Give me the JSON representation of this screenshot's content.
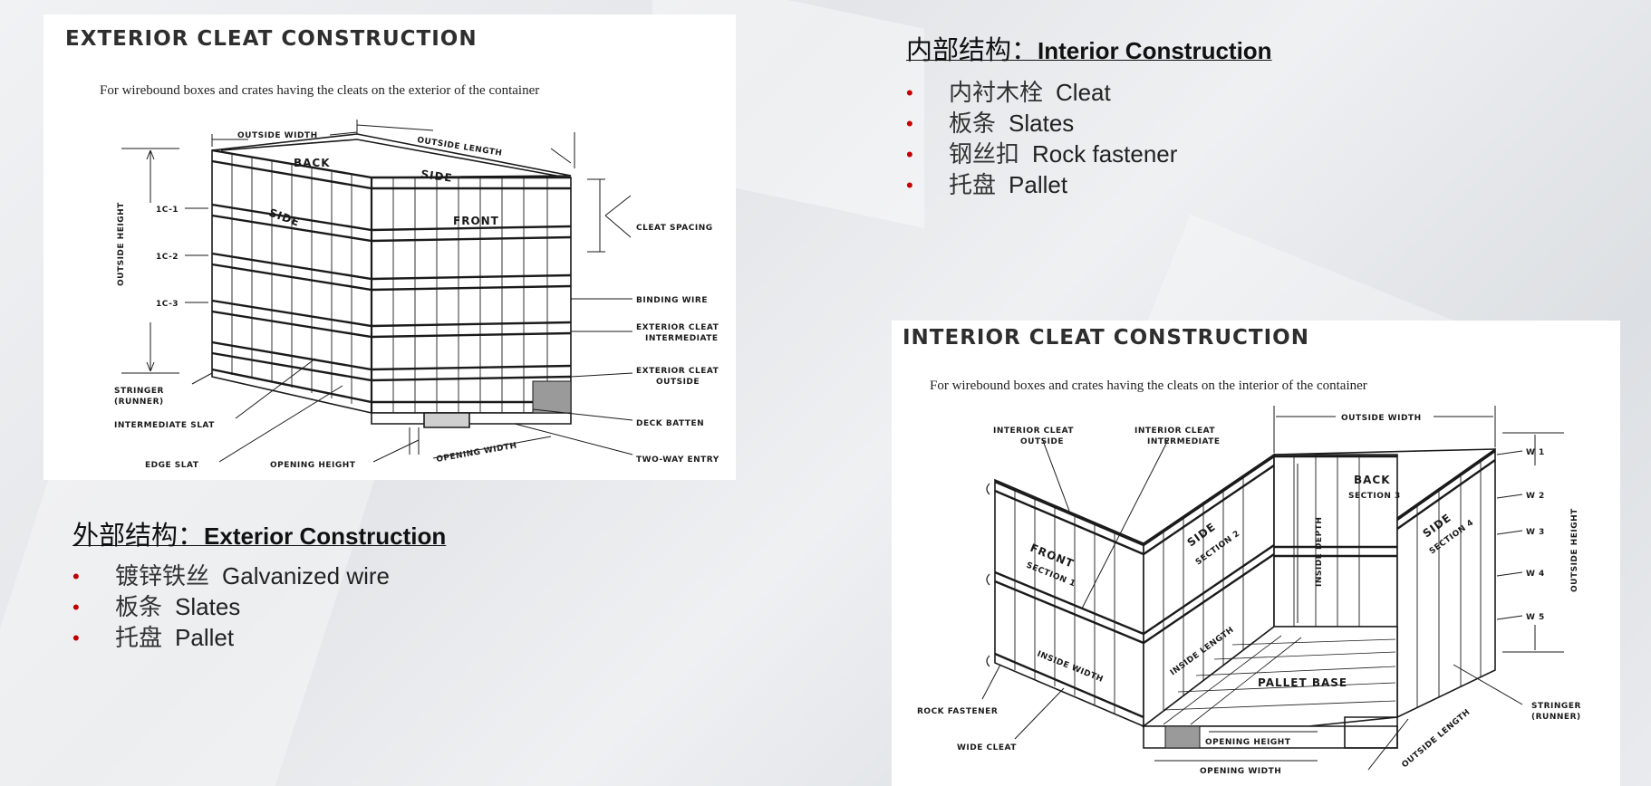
{
  "exterior": {
    "heading": "EXTERIOR CLEAT CONSTRUCTION",
    "subheading": "For wirebound boxes and crates having the cleats on the exterior of the container",
    "labels": {
      "outside_width": "OUTSIDE WIDTH",
      "outside_length": "OUTSIDE LENGTH",
      "outside_height": "OUTSIDE HEIGHT",
      "back": "BACK",
      "side_top": "SIDE",
      "side_left": "SIDE",
      "front": "FRONT",
      "c1": "1C-1",
      "c2": "1C-2",
      "c3": "1C-3",
      "cleat_spacing": "CLEAT SPACING",
      "binding_wire": "BINDING WIRE",
      "ext_cleat_intermediate_1": "EXTERIOR CLEAT",
      "ext_cleat_intermediate_2": "INTERMEDIATE",
      "ext_cleat_outside_1": "EXTERIOR CLEAT",
      "ext_cleat_outside_2": "OUTSIDE",
      "stringer_1": "STRINGER",
      "stringer_2": "(RUNNER)",
      "intermediate_slat": "INTERMEDIATE SLAT",
      "edge_slat": "EDGE SLAT",
      "opening_height": "OPENING HEIGHT",
      "opening_width": "OPENING WIDTH",
      "deck_batten": "DECK BATTEN",
      "two_way_entry": "TWO-WAY ENTRY"
    }
  },
  "interior": {
    "heading": "INTERIOR CLEAT CONSTRUCTION",
    "subheading": "For wirebound boxes and crates having the cleats on the interior of the container",
    "labels": {
      "int_cleat_outside_1": "INTERIOR CLEAT",
      "int_cleat_outside_2": "OUTSIDE",
      "int_cleat_intermediate_1": "INTERIOR CLEAT",
      "int_cleat_intermediate_2": "INTERMEDIATE",
      "outside_width": "OUTSIDE WIDTH",
      "back": "BACK",
      "section3": "SECTION 3",
      "inside_depth": "INSIDE DEPTH",
      "side2": "SIDE",
      "section2": "SECTION 2",
      "side4": "SIDE",
      "section4": "SECTION 4",
      "front": "FRONT",
      "section1": "SECTION 1",
      "inside_length": "INSIDE LENGTH",
      "inside_width": "INSIDE WIDTH",
      "pallet_base": "PALLET BASE",
      "w1": "W 1",
      "w2": "W 2",
      "w3": "W 3",
      "w4": "W 4",
      "w5": "W 5",
      "outside_height": "OUTSIDE HEIGHT",
      "stringer_1": "STRINGER",
      "stringer_2": "(RUNNER)",
      "rock_fastener": "ROCK FASTENER",
      "wide_cleat": "WIDE CLEAT",
      "opening_height": "OPENING HEIGHT",
      "opening_width": "OPENING WIDTH",
      "outside_length": "OUTSIDE LENGTH"
    }
  },
  "exterior_section": {
    "title_zh": "外部结构：",
    "title_en": "Exterior Construction",
    "items": [
      {
        "zh": "镀锌铁丝",
        "en": "Galvanized wire"
      },
      {
        "zh": "板条",
        "en": "Slates"
      },
      {
        "zh": "托盘",
        "en": "Pallet"
      }
    ]
  },
  "interior_section": {
    "title_zh": "内部结构：",
    "title_en": "Interior Construction",
    "items": [
      {
        "zh": "内衬木栓",
        "en": "Cleat"
      },
      {
        "zh": "板条",
        "en": "Slates"
      },
      {
        "zh": "钢丝扣",
        "en": "Rock fastener"
      },
      {
        "zh": "托盘",
        "en": "Pallet"
      }
    ]
  },
  "colors": {
    "bullet": "#c00000",
    "line": "#1a1a1a"
  }
}
